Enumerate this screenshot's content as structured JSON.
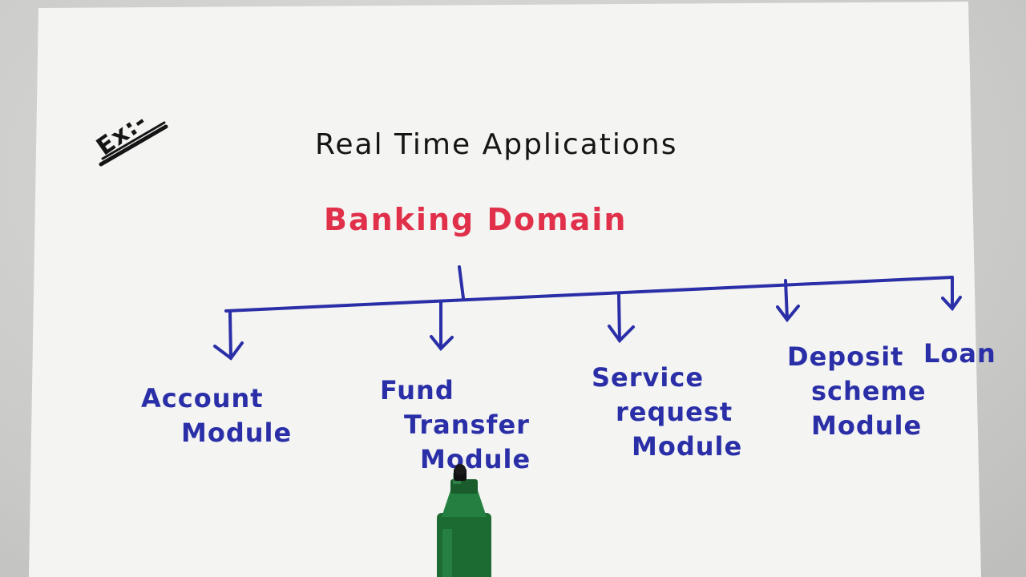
{
  "note": {
    "example_label": "Ex:-",
    "title": "Real Time Applications",
    "subtitle": "Banking Domain"
  },
  "modules": [
    {
      "lines": [
        "Account",
        "Module"
      ]
    },
    {
      "lines": [
        "Fund",
        "Transfer",
        "Module"
      ]
    },
    {
      "lines": [
        "Service",
        "request",
        "Module"
      ]
    },
    {
      "lines": [
        "Deposit",
        "scheme",
        "Module"
      ]
    },
    {
      "lines": [
        "Loan"
      ]
    }
  ],
  "colors": {
    "title": "#151515",
    "subtitle": "#e0304a",
    "diagram": "#2a2fa8",
    "marker": "#1f7a3a",
    "paper": "#f4f4f2"
  }
}
